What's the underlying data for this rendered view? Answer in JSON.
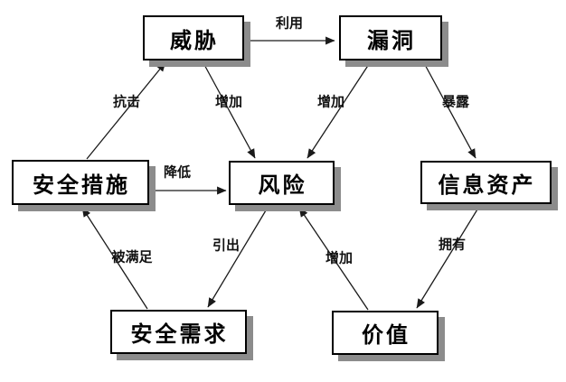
{
  "diagram": {
    "type": "relationship-diagram",
    "nodes": {
      "threat": {
        "label": "威胁"
      },
      "vulnerability": {
        "label": "漏洞"
      },
      "safeguards": {
        "label": "安全措施"
      },
      "risk": {
        "label": "风险"
      },
      "assets": {
        "label": "信息资产"
      },
      "requirements": {
        "label": "安全需求"
      },
      "value": {
        "label": "价值"
      }
    },
    "edges": {
      "exploit": {
        "label": "利用",
        "from": "威胁",
        "to": "漏洞"
      },
      "resist": {
        "label": "抗击",
        "from": "安全措施",
        "to": "威胁"
      },
      "inc_threat": {
        "label": "增加",
        "from": "威胁",
        "to": "风险"
      },
      "inc_vuln": {
        "label": "增加",
        "from": "漏洞",
        "to": "风险"
      },
      "expose": {
        "label": "暴露",
        "from": "漏洞",
        "to": "信息资产"
      },
      "reduce": {
        "label": "降低",
        "from": "安全措施",
        "to": "风险"
      },
      "satisfied": {
        "label": "被满足",
        "from": "安全需求",
        "to": "安全措施"
      },
      "lead": {
        "label": "引出",
        "from": "风险",
        "to": "安全需求"
      },
      "inc_value": {
        "label": "增加",
        "from": "价值",
        "to": "风险"
      },
      "own": {
        "label": "拥有",
        "from": "信息资产",
        "to": "价值"
      }
    },
    "colors": {
      "box_fill": "#ffffff",
      "box_border": "#000000",
      "shadow": "#8c8c8c",
      "line": "#1a1a1a",
      "background": "#ffffff"
    }
  }
}
